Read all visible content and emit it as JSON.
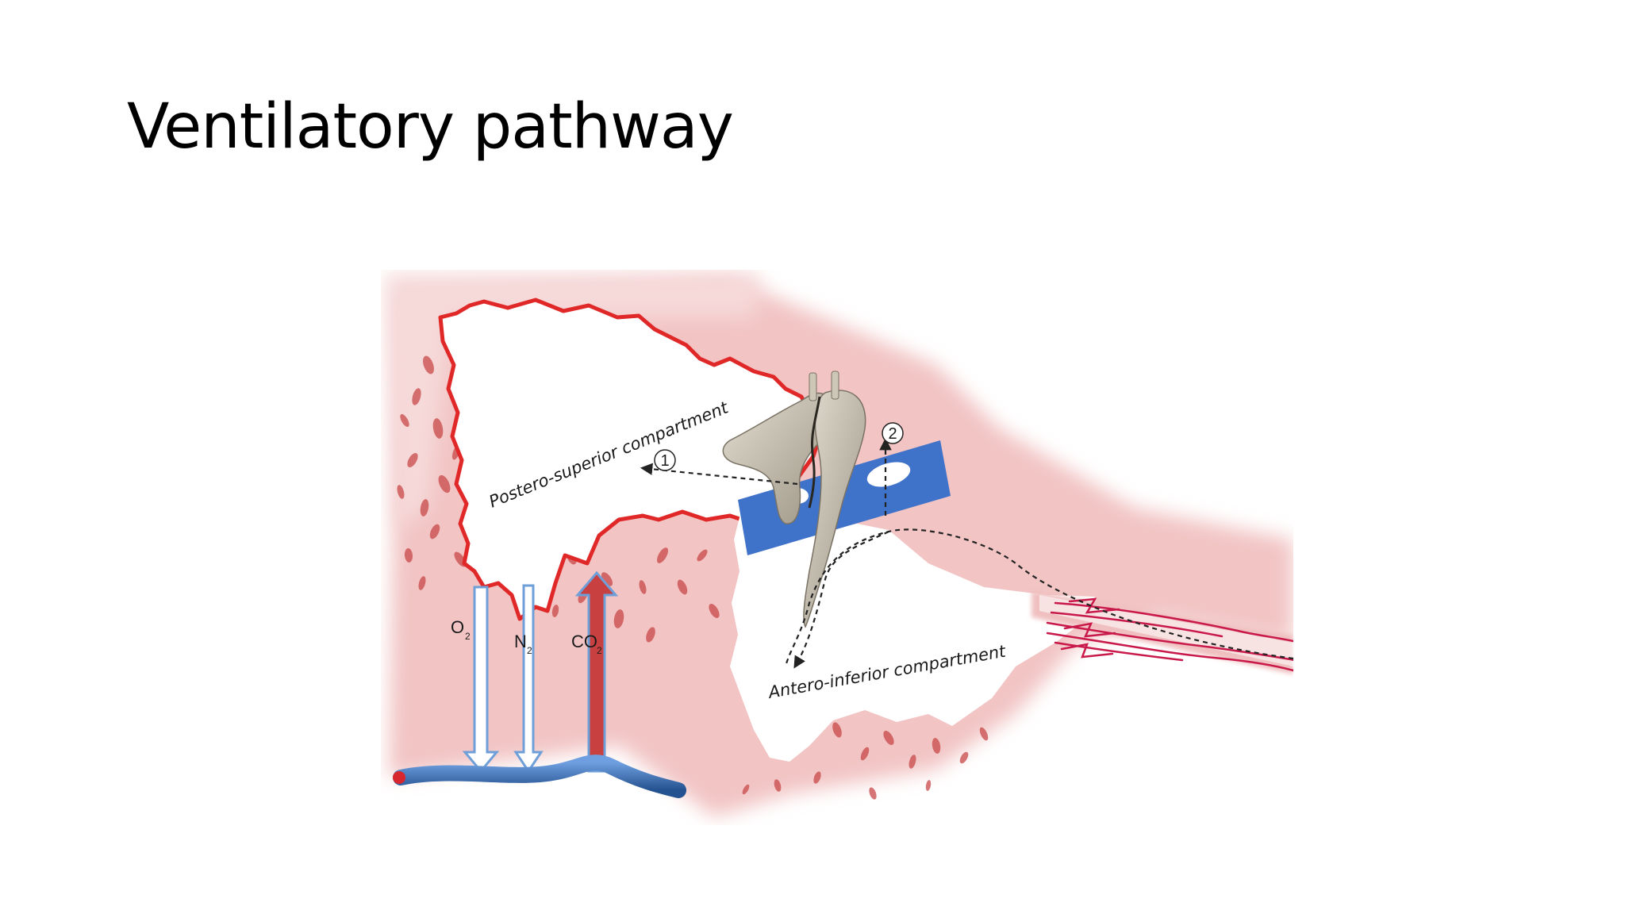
{
  "slide": {
    "title": "Ventilatory pathway"
  },
  "diagram": {
    "postero_superior_label": "Postero-superior compartment",
    "antero_inferior_label": "Antero-inferior compartment",
    "route_1_label": "1",
    "route_2_label": "2",
    "gases": [
      {
        "symbol": "O",
        "subscript": "2",
        "direction": "down",
        "color": "#6f9fd8"
      },
      {
        "symbol": "N",
        "subscript": "2",
        "direction": "down",
        "color": "#6f9fd8"
      },
      {
        "symbol": "CO",
        "subscript": "2",
        "direction": "up",
        "color": "#c94040"
      }
    ],
    "colors": {
      "mucosa_outline": "#e02828",
      "tissue_tint": "#f3c9c9",
      "bone_pores": "#c43c3c",
      "membrane_blue": "#3f72c9",
      "vessel_blue": "#3a6fb8",
      "ossicle_bone": "#cdc7b8",
      "tube_muscle_ink": "#c8194a"
    }
  }
}
